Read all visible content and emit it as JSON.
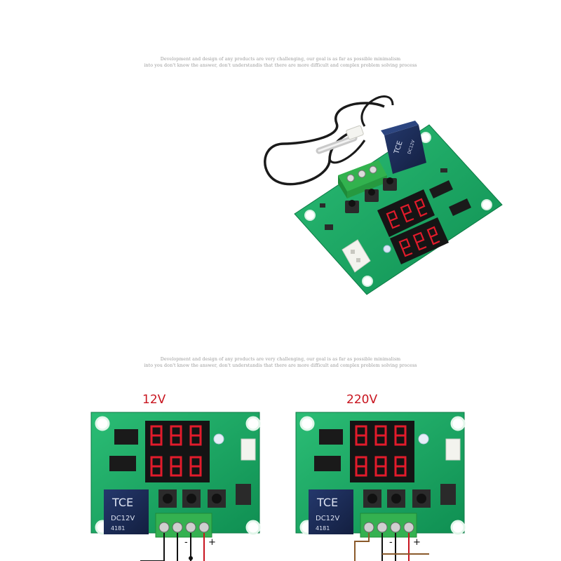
{
  "captions": {
    "top": {
      "line1": "Development and design of any products are very challenging, our goal is as far as possible minimalism",
      "line2": "into you don't know the answer, don't understandis that there are more difficult and complex problem solving process"
    },
    "middle": {
      "line1": "Development and design of any products are very challenging, our goal is as far as possible minimalism",
      "line2": "into you don't know the answer, don't understandis that there are more difficult and complex problem solving process"
    }
  },
  "wiring": {
    "left_label": "12V",
    "right_label": "220V",
    "minus_sign": "-",
    "plus_sign": "+"
  },
  "relay_text": {
    "brand": "TCE",
    "model": "DC12V",
    "code": "4181"
  },
  "colors": {
    "pcb": "#13a160",
    "pcb_light": "#2ec27a",
    "terminal": "#2fa84a",
    "relay": "#1b2a55",
    "display": "#1a1a1a",
    "segment": "#e21b2b",
    "label_red": "#c8141e",
    "wire_brown": "#8a5a2b"
  }
}
